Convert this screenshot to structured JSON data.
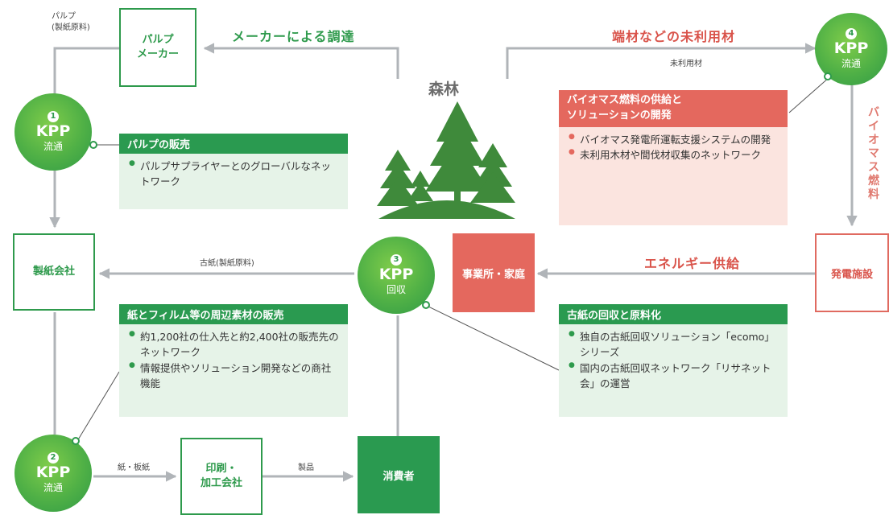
{
  "forest": {
    "title": "森林"
  },
  "flows": {
    "maker_procurement": "メーカーによる調達",
    "unused_materials": "端材などの未利用材",
    "unused_wood": "未利用材",
    "pulp_material": "パルプ\n(製紙原料)",
    "recovered_paper": "古紙(製紙原料)",
    "paper_board": "紙・板紙",
    "products": "製品",
    "energy_supply": "エネルギー供給",
    "biomass_fuel": "バイオマス燃料"
  },
  "boxes": {
    "pulp_maker": "パルプ\nメーカー",
    "paper_company": "製紙会社",
    "printing": "印刷・\n加工会社",
    "consumer": "消費者",
    "office_home": "事業所・家庭",
    "power_plant": "発電施設"
  },
  "kpp_nodes": [
    {
      "number": "1",
      "name": "KPP",
      "role": "流通"
    },
    {
      "number": "2",
      "name": "KPP",
      "role": "流通"
    },
    {
      "number": "3",
      "name": "KPP",
      "role": "回収"
    },
    {
      "number": "4",
      "name": "KPP",
      "role": "流通"
    }
  ],
  "info_boxes": {
    "pulp_sales": {
      "title": "パルプの販売",
      "items": [
        "パルプサプライヤーとのグローバルなネットワーク"
      ]
    },
    "paper_film_sales": {
      "title": "紙とフィルム等の周辺素材の販売",
      "items": [
        "約1,200社の仕入先と約2,400社の販売先のネットワーク",
        "情報提供やソリューション開発などの商社機能"
      ]
    },
    "recovered_paper": {
      "title": "古紙の回収と原料化",
      "items": [
        "独自の古紙回収ソリューション「ecomo」シリーズ",
        "国内の古紙回収ネットワーク「リサネット会」の運営"
      ]
    },
    "biomass": {
      "title": "バイオマス燃料の供給と\nソリューションの開発",
      "items": [
        "バイオマス発電所運転支援システムの開発",
        "未利用木材や間伐材収集のネットワーク"
      ]
    }
  },
  "colors": {
    "green": "#2e9a4c",
    "dark_green": "#2a9a50",
    "red": "#e4685e",
    "light_green_bg": "#e6f3e8",
    "light_red_bg": "#fbe4df",
    "arrow_gray": "#b0b4b8",
    "tree_green": "#3f8a3b"
  }
}
